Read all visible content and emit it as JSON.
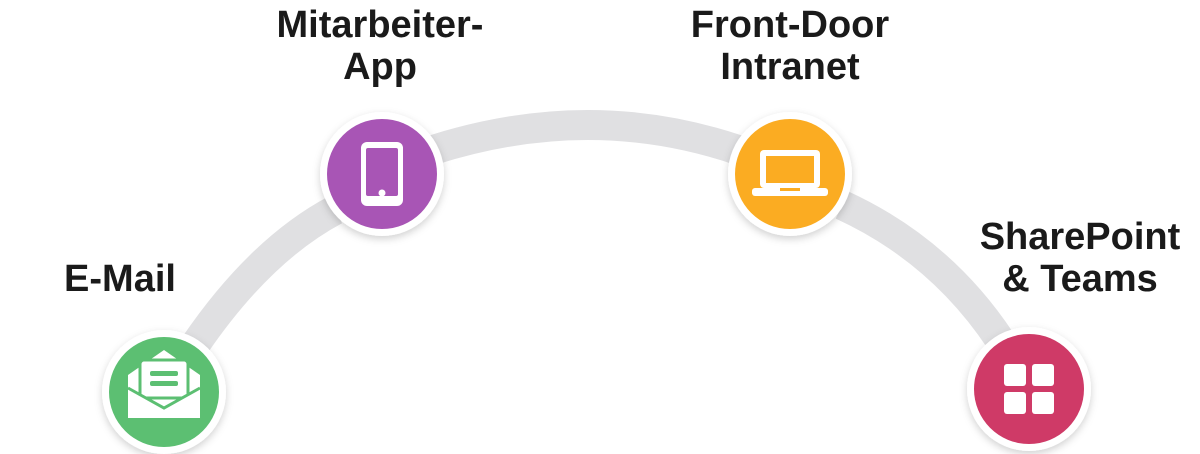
{
  "diagram": {
    "nodes": [
      {
        "id": "email",
        "lines": [
          "E-Mail"
        ],
        "color": "#5cbf72",
        "icon": "open-envelope-icon"
      },
      {
        "id": "app",
        "lines": [
          "Mitarbeiter-",
          "App"
        ],
        "color": "#a855b5",
        "icon": "smartphone-icon"
      },
      {
        "id": "intranet",
        "lines": [
          "Front-Door",
          "Intranet"
        ],
        "color": "#fbac22",
        "icon": "laptop-icon"
      },
      {
        "id": "sp",
        "lines": [
          "SharePoint",
          "& Teams"
        ],
        "color": "#cf3a67",
        "icon": "grid-tiles-icon"
      }
    ],
    "arc_color": "#e0e0e2"
  }
}
